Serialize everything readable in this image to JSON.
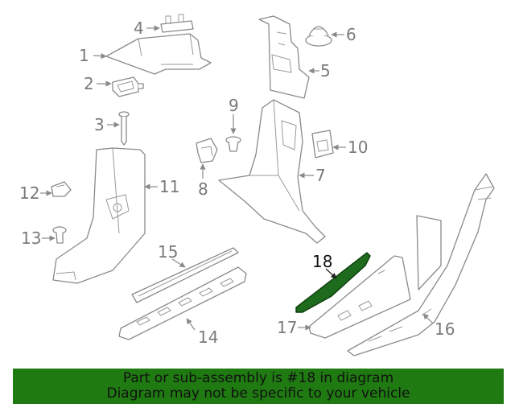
{
  "callouts": {
    "c1": "1",
    "c2": "2",
    "c3": "3",
    "c4": "4",
    "c5": "5",
    "c6": "6",
    "c7": "7",
    "c8": "8",
    "c9": "9",
    "c10": "10",
    "c11": "11",
    "c12": "12",
    "c13": "13",
    "c14": "14",
    "c15": "15",
    "c16": "16",
    "c17": "17",
    "c18": "18"
  },
  "highlight_color": "#1e6b1e",
  "banner": {
    "color": "#1f7a12",
    "line1": "Part or sub-assembly is #18 in diagram",
    "line2": "Diagram may not be specific to your vehicle"
  }
}
